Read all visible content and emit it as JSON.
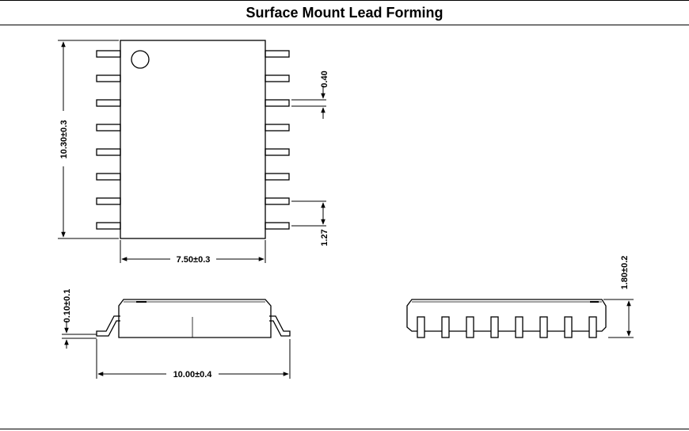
{
  "title": "Surface Mount Lead Forming",
  "dimensions": {
    "height": "10.30±0.3",
    "width": "7.50±0.3",
    "lead_width": "0.40",
    "pitch": "1.27",
    "standoff": "0.10±0.1",
    "overall_span": "10.00±0.4",
    "package_height": "1.80±0.2"
  }
}
